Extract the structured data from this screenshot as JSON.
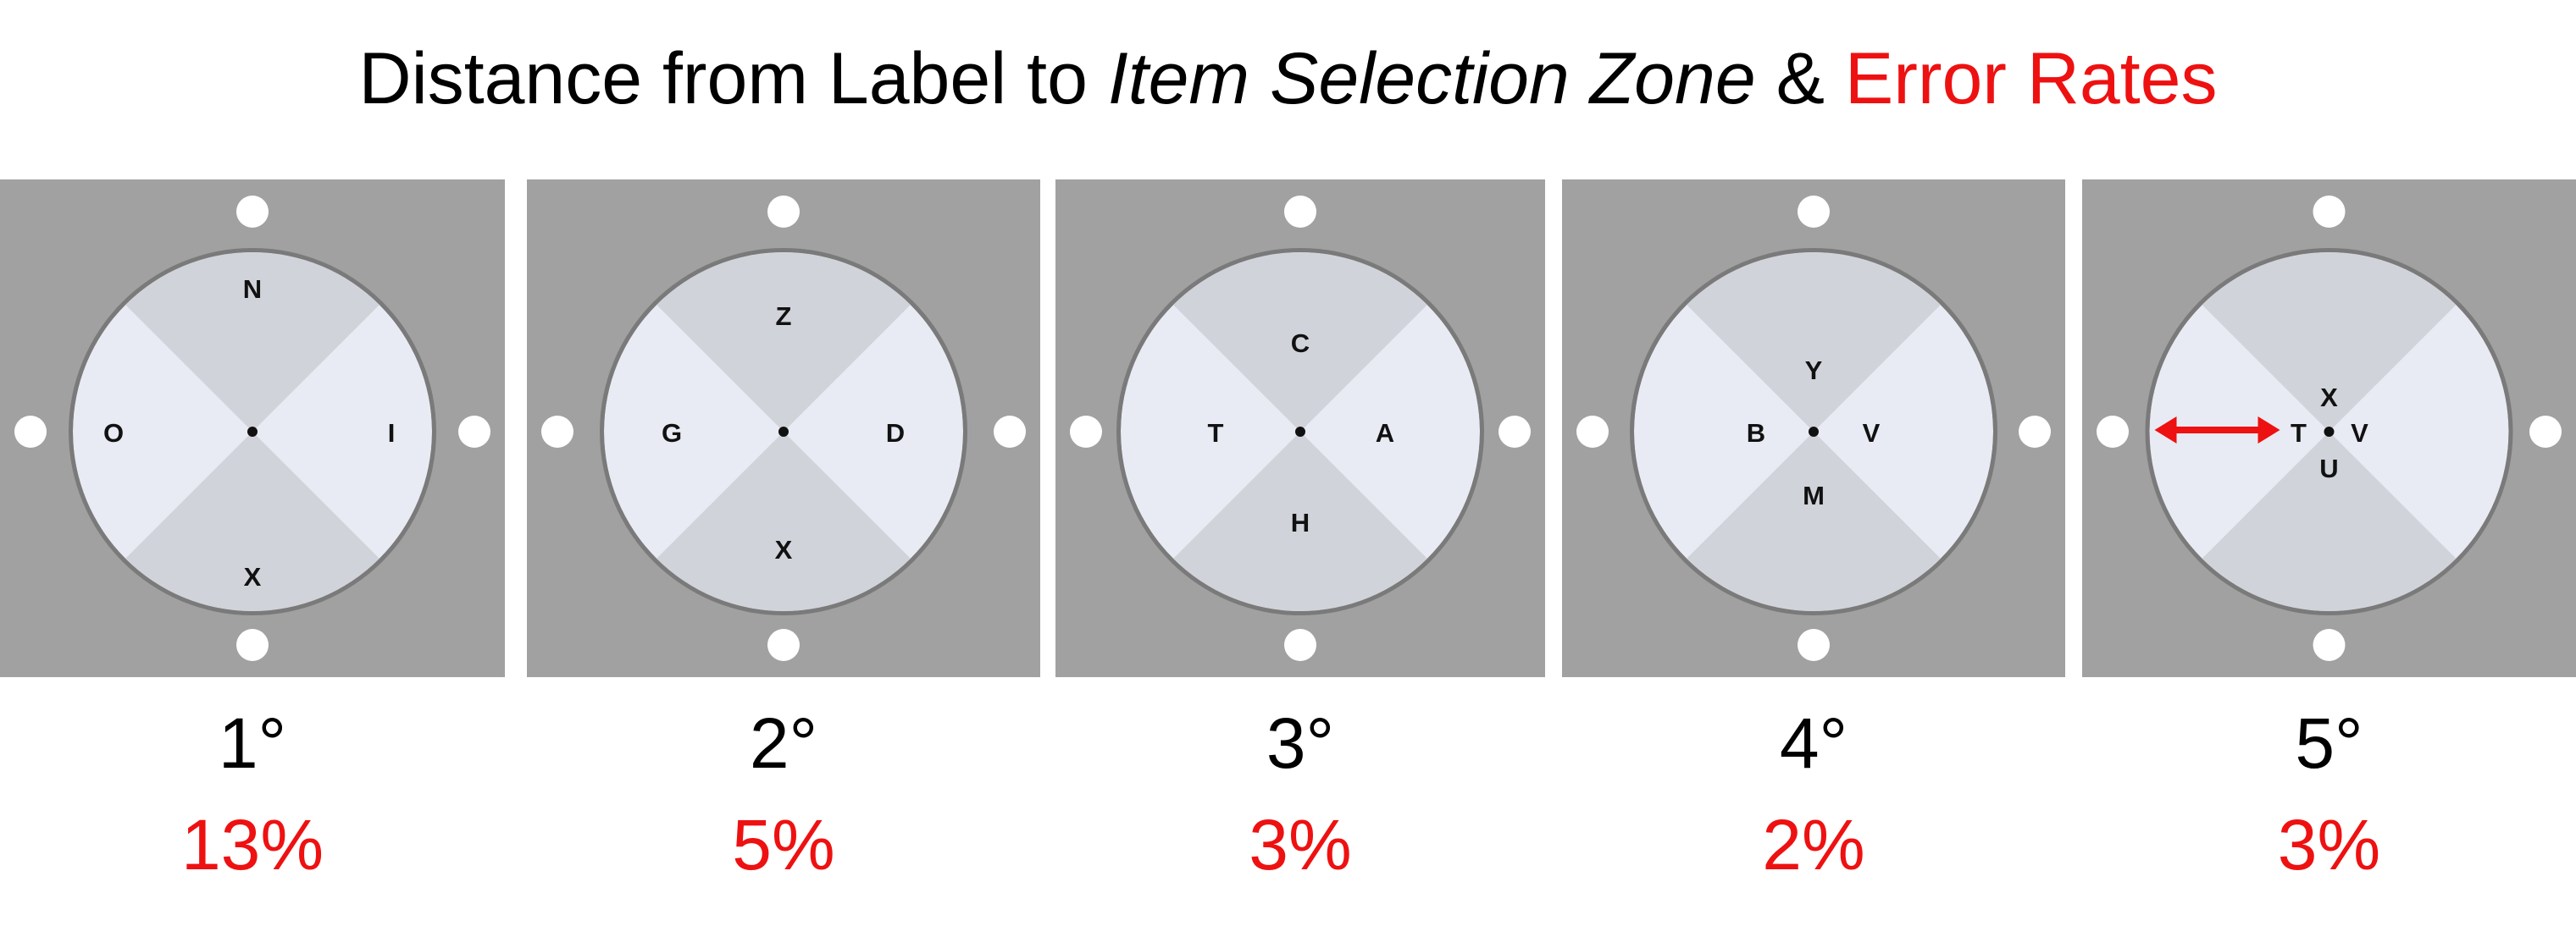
{
  "title": {
    "part1": "Distance from Label to ",
    "part2": "Item Selection Zone",
    "part3": " & ",
    "part4": "Error Rates"
  },
  "conditions": [
    {
      "degree": "1°",
      "error_rate": "13%",
      "labels": {
        "top": "N",
        "right": "I",
        "bottom": "X",
        "left": "O"
      },
      "label_offset_deg": 1
    },
    {
      "degree": "2°",
      "error_rate": "5%",
      "labels": {
        "top": "Z",
        "right": "D",
        "bottom": "X",
        "left": "G"
      },
      "label_offset_deg": 2
    },
    {
      "degree": "3°",
      "error_rate": "3%",
      "labels": {
        "top": "C",
        "right": "A",
        "bottom": "H",
        "left": "T"
      },
      "label_offset_deg": 3
    },
    {
      "degree": "4°",
      "error_rate": "2%",
      "labels": {
        "top": "Y",
        "right": "V",
        "bottom": "M",
        "left": "B"
      },
      "label_offset_deg": 4
    },
    {
      "degree": "5°",
      "error_rate": "3%",
      "labels": {
        "top": "X",
        "right": "V",
        "bottom": "U",
        "left": "T"
      },
      "label_offset_deg": 5,
      "distance_arrow": true
    }
  ],
  "colors": {
    "panel_bg": "#a1a1a1",
    "ring": "#7a7a7a",
    "zone_dark": "#d0d3d9",
    "zone_light": "#e8ebf3",
    "target_dot": "#ffffff",
    "arrow": "#ee1111",
    "error_text": "#ee1111"
  }
}
